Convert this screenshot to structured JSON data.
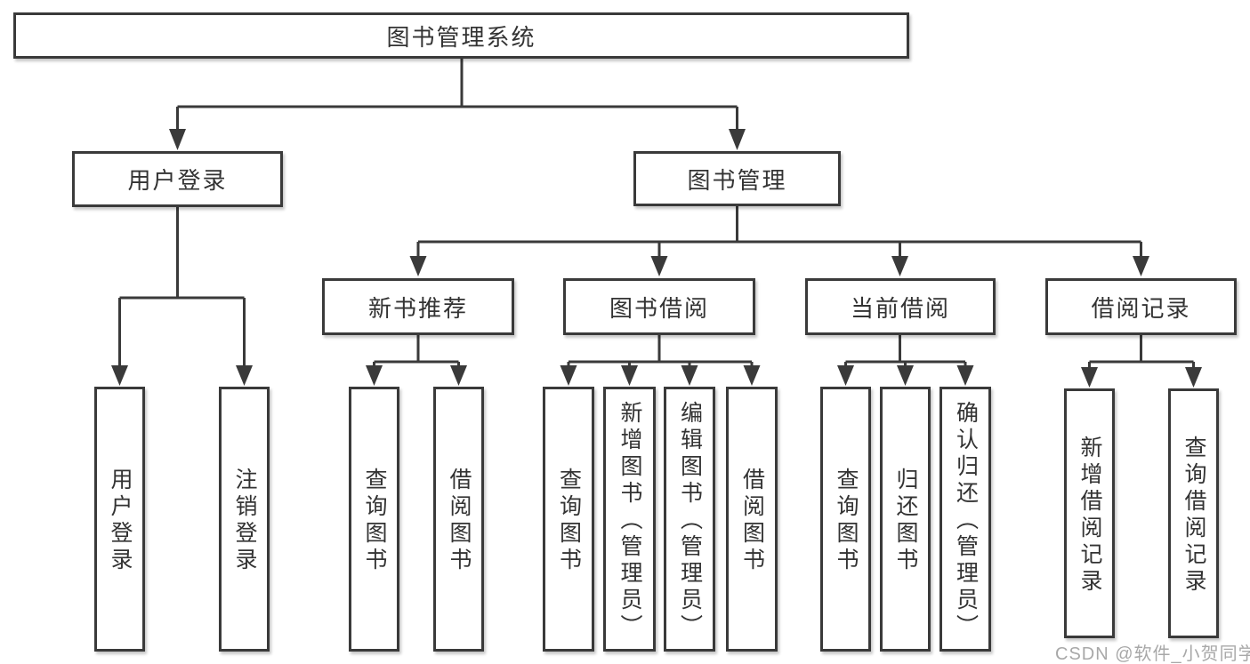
{
  "diagram_title": "图书管理系统",
  "tree": {
    "root": {
      "label": "图书管理系统"
    },
    "user_login": {
      "label": "用户登录",
      "children": {
        "login": {
          "label": "用户登录"
        },
        "logout": {
          "label": "注销登录"
        }
      }
    },
    "book_management": {
      "label": "图书管理",
      "children": {
        "new_book_recommend": {
          "label": "新书推荐",
          "children": {
            "query_books": {
              "label": "查询图书"
            },
            "borrow_books": {
              "label": "借阅图书"
            }
          }
        },
        "book_borrowing": {
          "label": "图书借阅",
          "children": {
            "query_books": {
              "label": "查询图书"
            },
            "add_book_admin": {
              "label": "新增图书（管理员）"
            },
            "edit_book_admin": {
              "label": "编辑图书（管理员）"
            },
            "borrow_books": {
              "label": "借阅图书"
            }
          }
        },
        "current_borrowing": {
          "label": "当前借阅",
          "children": {
            "query_books": {
              "label": "查询图书"
            },
            "return_books": {
              "label": "归还图书"
            },
            "confirm_return_admin": {
              "label": "确认归还（管理员）"
            }
          }
        },
        "borrow_records": {
          "label": "借阅记录",
          "children": {
            "add_borrow_record": {
              "label": "新增借阅记录"
            },
            "query_borrow_record": {
              "label": "查询借阅记录"
            }
          }
        }
      }
    }
  },
  "watermark": {
    "text": "CSDN @软件_小贺同学"
  },
  "colors": {
    "line": "#3a3a3a",
    "text": "#333333",
    "box_background": "#ffffff",
    "page_background": "#ffffff",
    "watermark": "#a8a8a8"
  }
}
